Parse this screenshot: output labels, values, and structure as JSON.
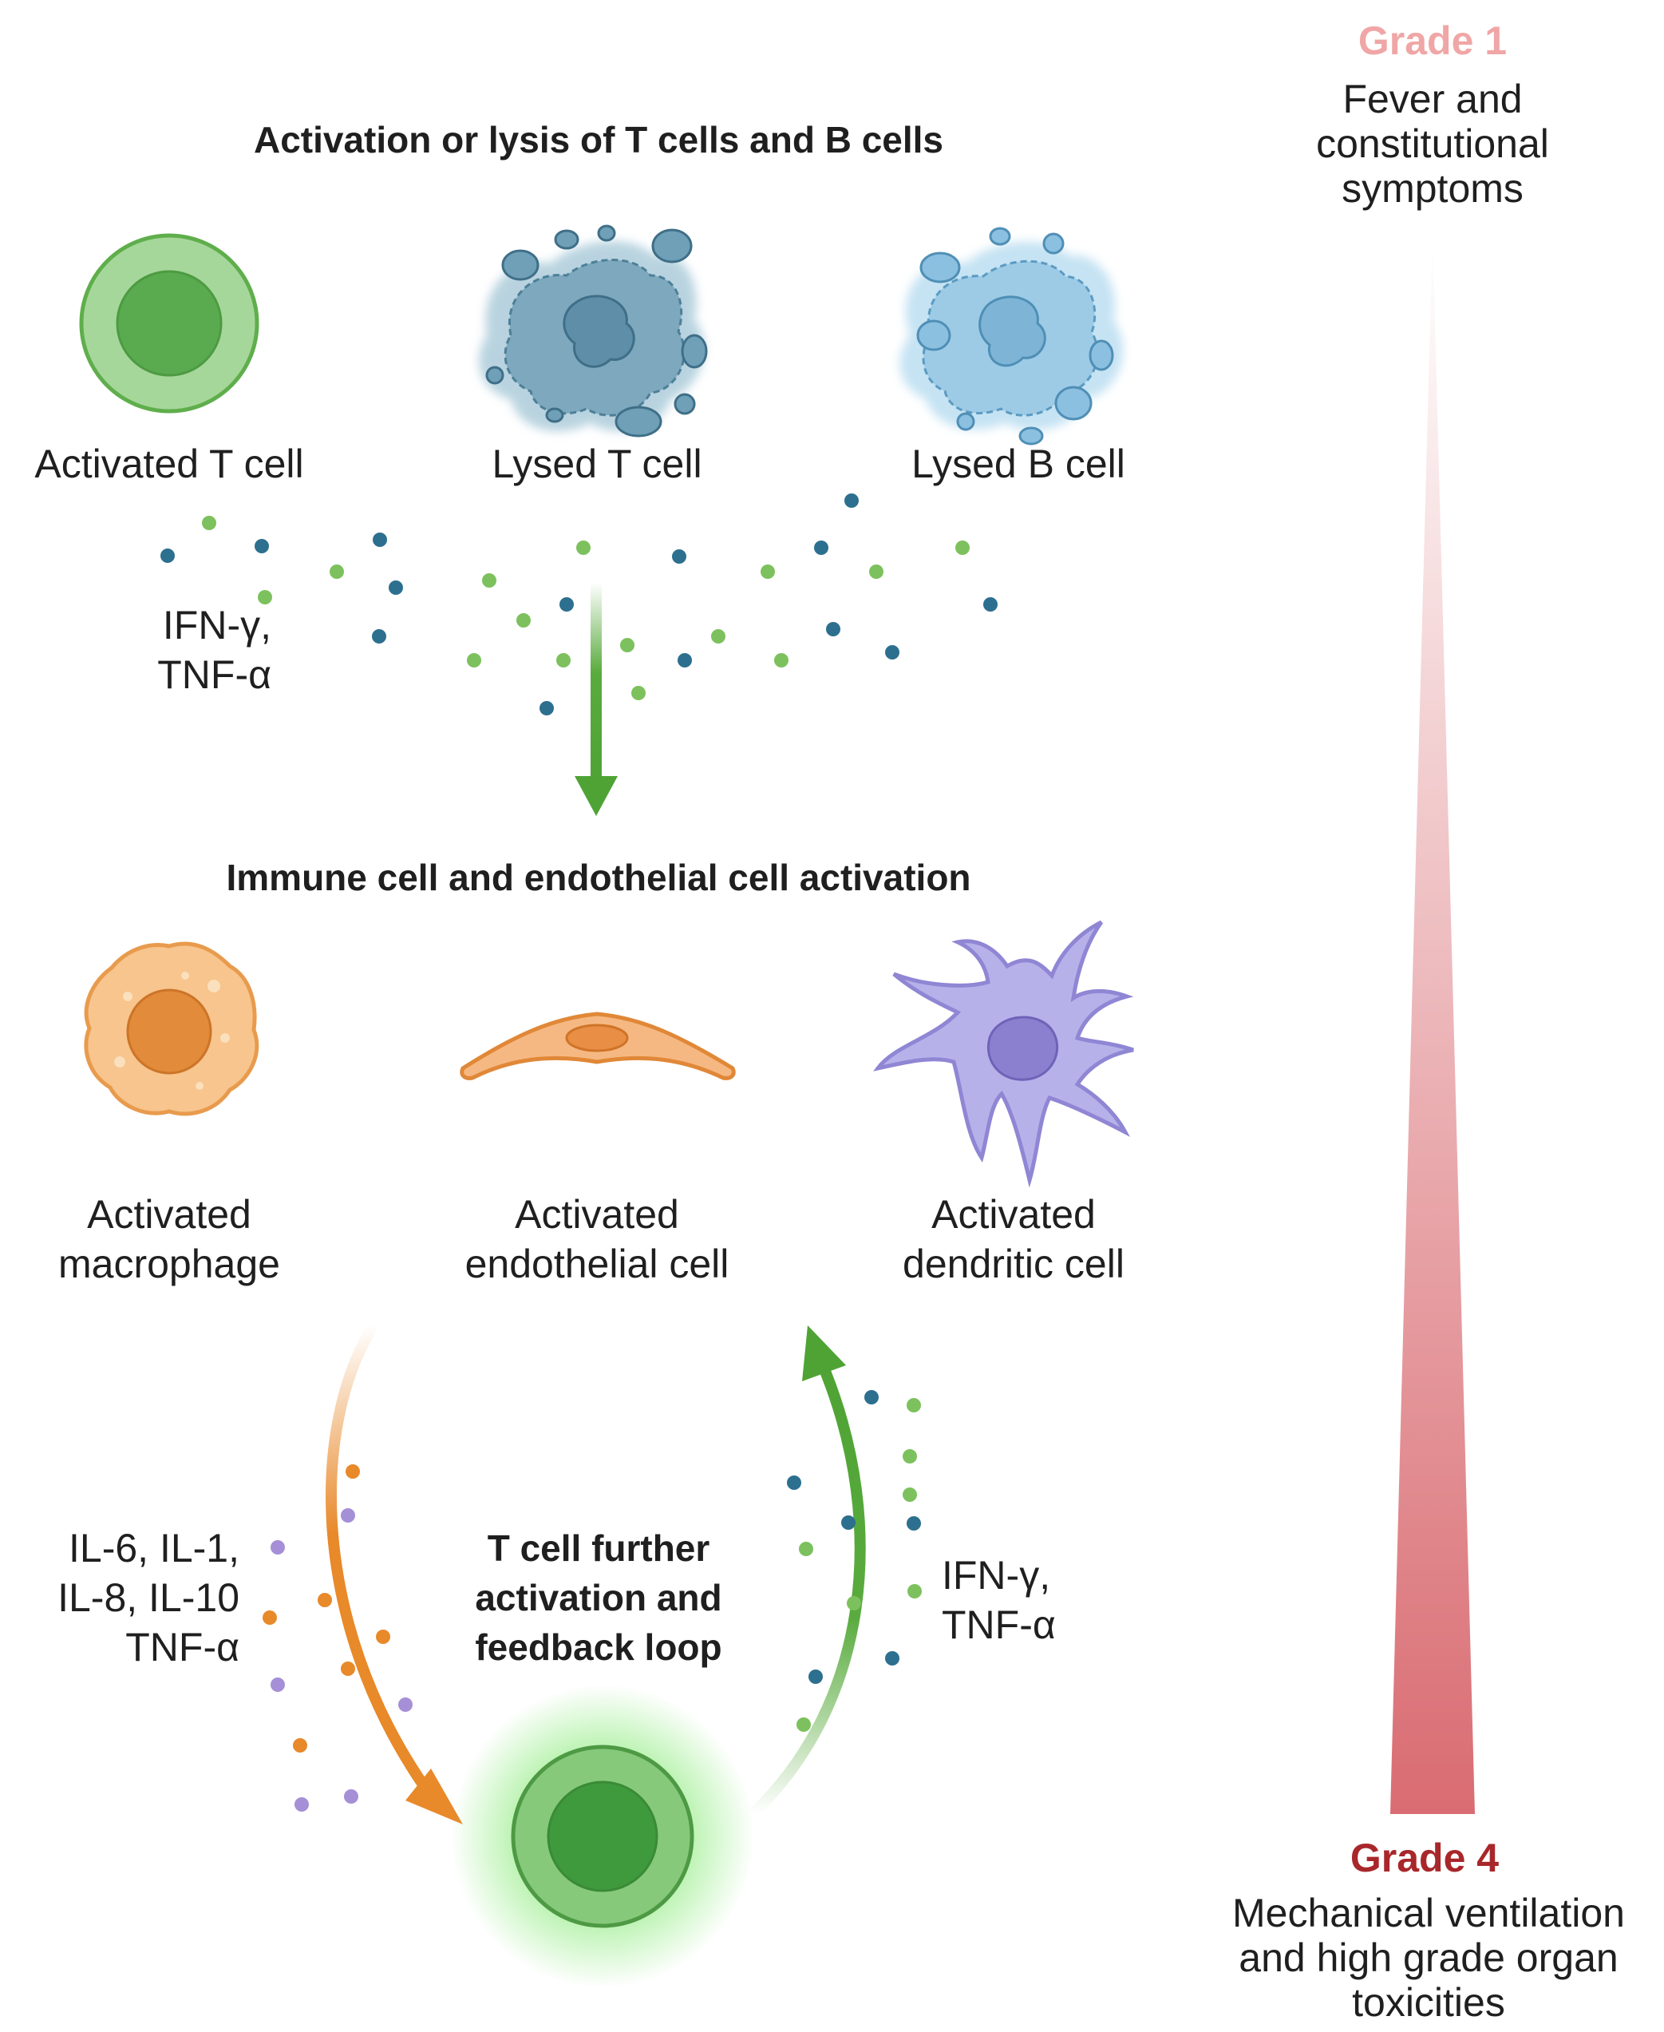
{
  "headings": {
    "top": "Activation or lysis of T cells and B cells",
    "middle": "Immune cell and endothelial cell activation",
    "loop": "T cell further\nactivation and\nfeedback loop"
  },
  "cells": {
    "activated_t": "Activated T cell",
    "lysed_t": "Lysed T cell",
    "lysed_b": "Lysed B cell",
    "macrophage": "Activated\nmacrophage",
    "endothelial": "Activated\nendothelial cell",
    "dendritic": "Activated\ndendritic cell"
  },
  "cytokines": {
    "top": "IFN-γ,\nTNF-α",
    "left": "IL-6, IL-1,\nIL-8, IL-10\nTNF-α",
    "right": "IFN-γ,\nTNF-α"
  },
  "grades": {
    "grade1_title": "Grade 1",
    "grade1_desc": "Fever and\nconstitutional\nsymptoms",
    "grade4_title": "Grade 4",
    "grade4_desc": "Mechanical ventilation\nand high grade organ\ntoxicities"
  },
  "colors": {
    "green": "#5aab3e",
    "blue_dot": "#2d6f8e",
    "orange": "#e8892a",
    "purple_dot": "#a58fd6",
    "grade1": "#f0a6a6",
    "grade4": "#a8272b"
  }
}
